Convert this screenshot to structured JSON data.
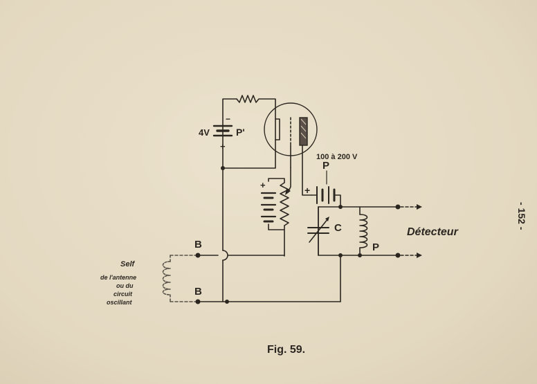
{
  "figure": {
    "caption": "Fig. 59.",
    "page_number": "- 152 -"
  },
  "labels": {
    "battery_voltage": "4V",
    "minus_sign": "−",
    "plus_sign": "+",
    "p_prime": "P'",
    "high_tension": "100 à 200 V",
    "p_top": "P",
    "p_bottom": "P",
    "capacitor": "C",
    "detector": "Détecteur",
    "b_top": "B",
    "b_bottom": "B",
    "antenna_line1": "Self",
    "antenna_line2": "de l'antenne",
    "antenna_line3": "ou du",
    "antenna_line4": "circuit",
    "antenna_line5": "oscillant"
  }
}
